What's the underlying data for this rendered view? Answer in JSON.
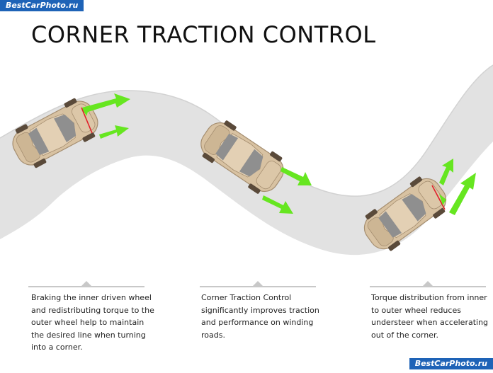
{
  "watermark": {
    "top": "BestCarPhoto.ru",
    "bottom": "BestCarPhoto.ru"
  },
  "title": "CORNER TRACTION CONTROL",
  "captions": [
    "Braking the inner driven wheel and redistributing torque to the outer wheel help to maintain the desired line when turning into a corner.",
    "Corner Traction Control significantly improves traction and performance on winding roads.",
    "Torque distribution from inner to outer wheel reduces understeer when accelerating out of the corner."
  ],
  "colors": {
    "road": "#e2e2e2",
    "road_edge": "#d2d2d2",
    "car_body": "#d8c2a2",
    "glass": "#8f8f8f",
    "wheel": "#5a4a3a",
    "arrow_green": "#66e620",
    "arrow_red": "#e0202a",
    "rule": "#c8c8c8",
    "watermark_bg": "#1e63b7"
  }
}
